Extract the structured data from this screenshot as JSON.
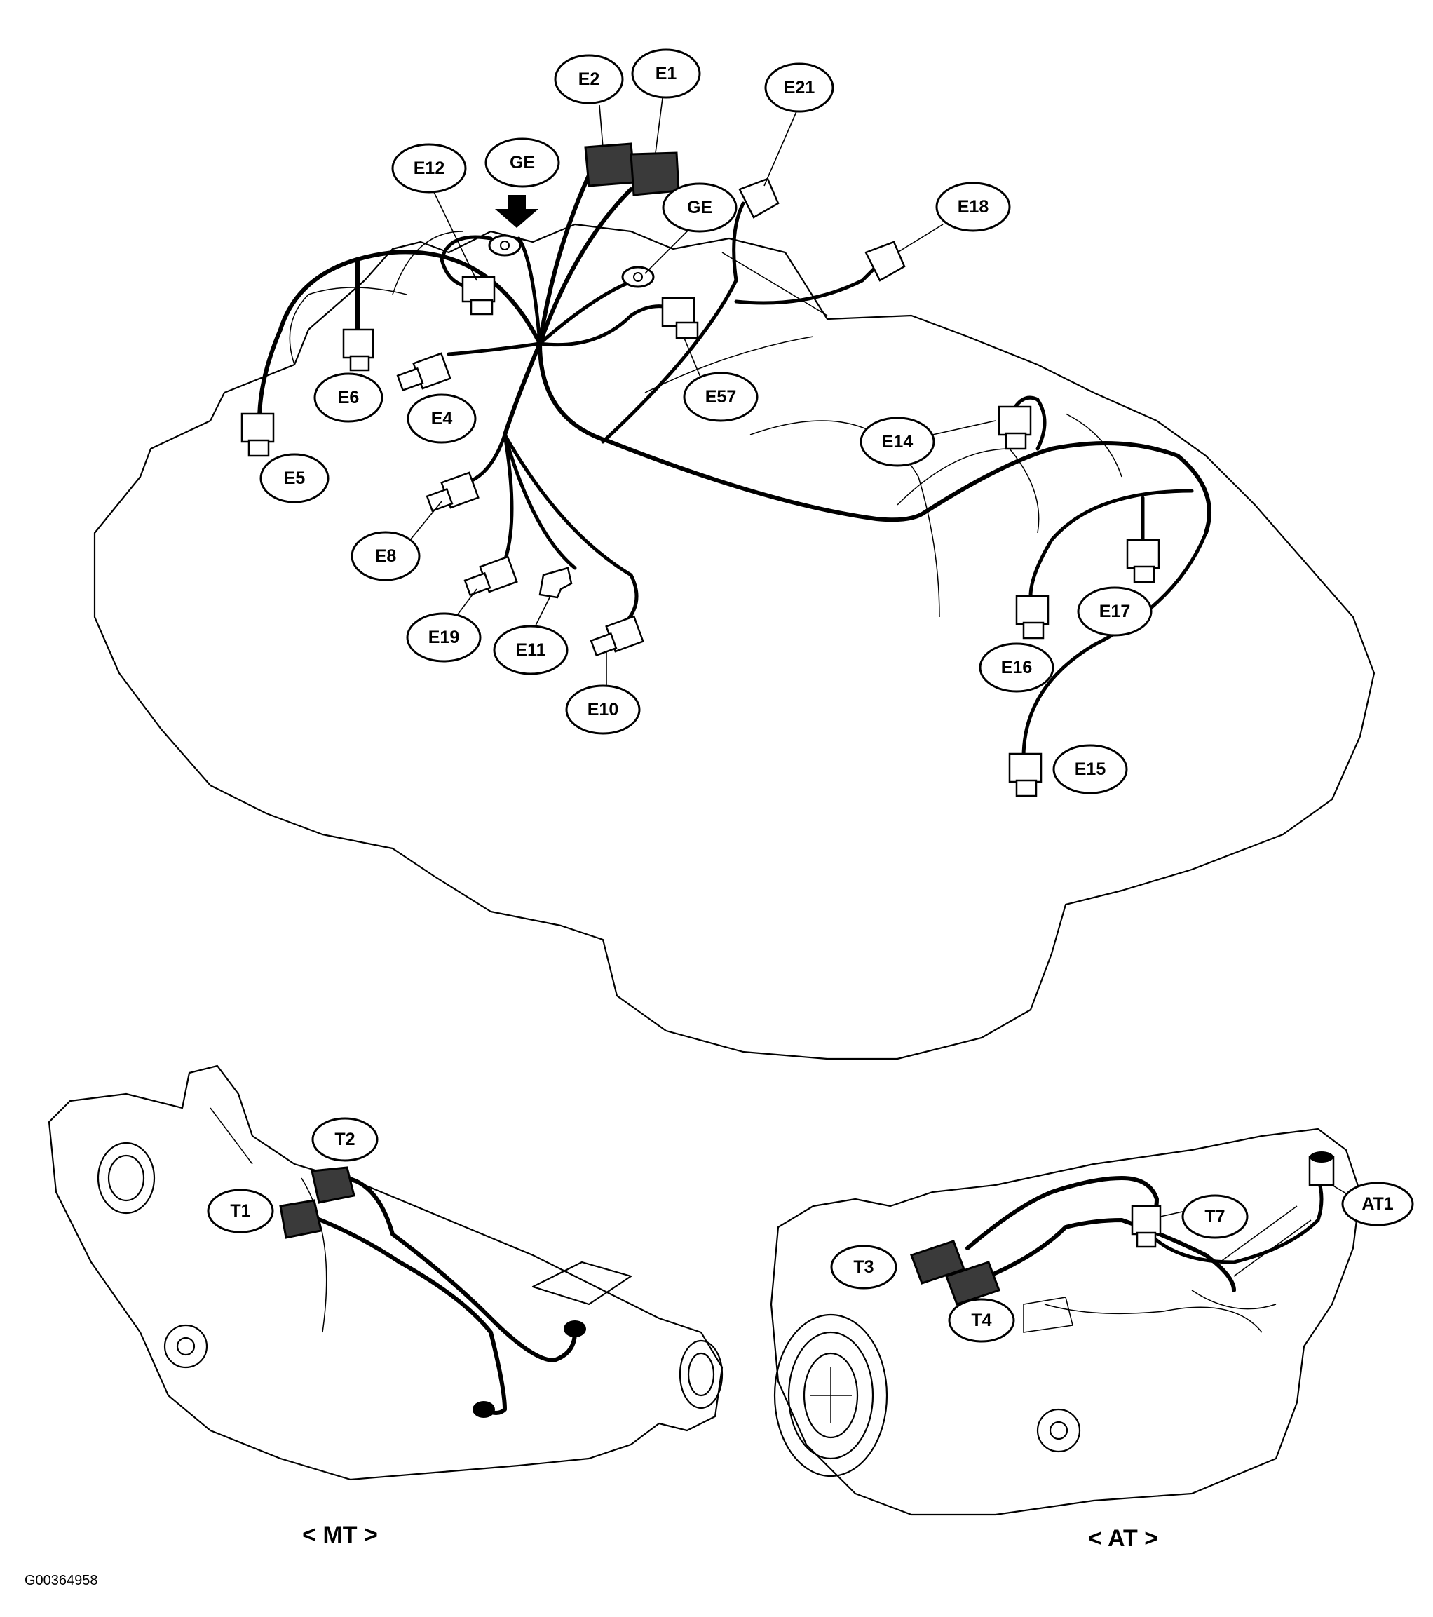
{
  "diagram": {
    "callouts": {
      "E1": "E1",
      "E2": "E2",
      "E21": "E21",
      "E12": "E12",
      "GE_top": "GE",
      "GE_mid": "GE",
      "E18": "E18",
      "E6": "E6",
      "E4": "E4",
      "E57": "E57",
      "E5": "E5",
      "E14": "E14",
      "E8": "E8",
      "E19": "E19",
      "E11": "E11",
      "E10": "E10",
      "E17": "E17",
      "E16": "E16",
      "E15": "E15",
      "T2": "T2",
      "T1": "T1",
      "T7": "T7",
      "AT1": "AT1",
      "T3": "T3",
      "T4": "T4"
    },
    "labels": {
      "mt": "< MT >",
      "at": "< AT >",
      "figure_code": "G00364958"
    }
  }
}
